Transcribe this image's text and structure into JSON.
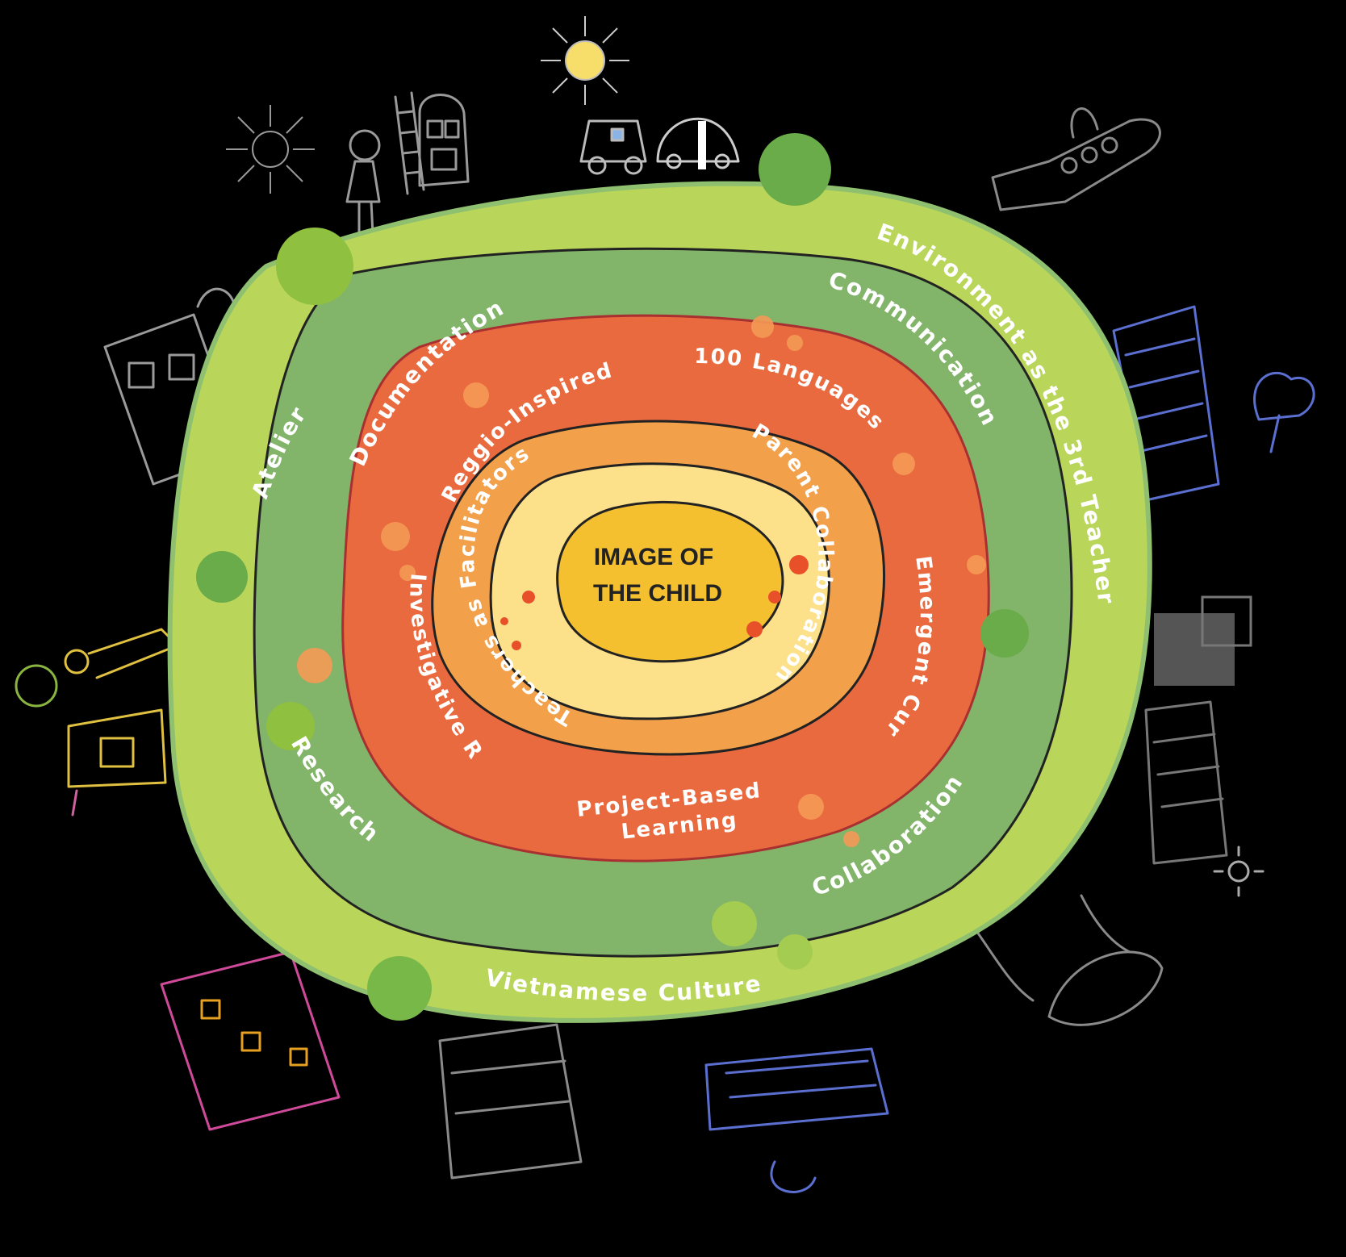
{
  "center": {
    "line1": "IMAGE OF",
    "line2": "THE CHILD"
  },
  "rings": {
    "yellow": {
      "labels": {
        "teachers": "Teachers as Facilitators",
        "parent": "Parent Collaboration"
      }
    },
    "orange": {
      "labels": {
        "reggio": "Reggio-Inspired",
        "languages": "100 Languages",
        "emergent": "Emergent Curriculum",
        "investigative": "Investigative Research",
        "project_based": [
          "Project-Based",
          "Learning"
        ]
      }
    },
    "green": {
      "labels": {
        "documentation": "Documentation",
        "communication": "Communication",
        "research": "Research",
        "collaboration": "Collaboration"
      }
    },
    "lime": {
      "labels": {
        "atelier": "Atelier",
        "environment": "Environment as the 3rd Teacher",
        "culture": "Vietnamese Culture"
      }
    }
  },
  "colors": {
    "background": "#000000",
    "outer_lime": "#b9d65a",
    "green_ring": "#82b46a",
    "red_orange_ring": "#ea6a3f",
    "orange_ring": "#f2a04a",
    "yellow_core": "#fde08a",
    "center_scribble": "#f5c030",
    "label_text": "#ffffff",
    "center_text": "#222222",
    "blob_green": "#6aab4a"
  },
  "decorations": [
    "sun-doodle",
    "house-doodle",
    "ladder-doodle",
    "person-doodle",
    "car-doodle",
    "airplane-doodle",
    "bus-doodle",
    "tree-doodle",
    "truck-doodle",
    "cart-doodle",
    "school-doodle",
    "car-blue-doodle",
    "boat-doodle",
    "sun-small-doodle"
  ]
}
